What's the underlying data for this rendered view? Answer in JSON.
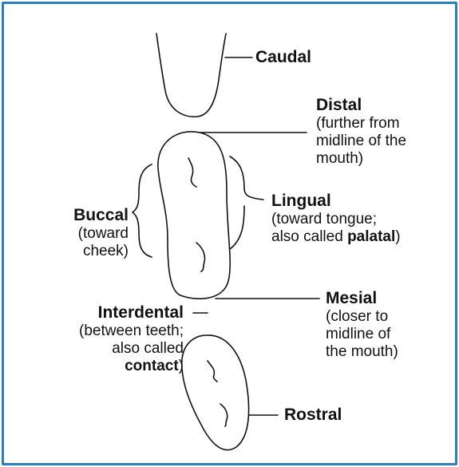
{
  "frame_color": "#2a7fc1",
  "labels": {
    "caudal": {
      "title": "Caudal"
    },
    "distal": {
      "title": "Distal",
      "note": [
        "(further from",
        "midline of the",
        "mouth)"
      ]
    },
    "lingual": {
      "title": "Lingual",
      "note_line1": "(toward tongue;",
      "note_line2_prefix": "also called ",
      "note_line2_bold": "palatal",
      "note_line2_suffix": ")"
    },
    "buccal": {
      "title": "Buccal",
      "note": [
        "(toward",
        "cheek)"
      ]
    },
    "mesial": {
      "title": "Mesial",
      "note": [
        "(closer to",
        "midline of",
        "the mouth)"
      ]
    },
    "interdental": {
      "title": "Interdental",
      "note_line1": "(between teeth;",
      "note_line2": "also called",
      "note_line3_bold": "contact",
      "note_line3_suffix": ")"
    },
    "rostral": {
      "title": "Rostral"
    }
  }
}
